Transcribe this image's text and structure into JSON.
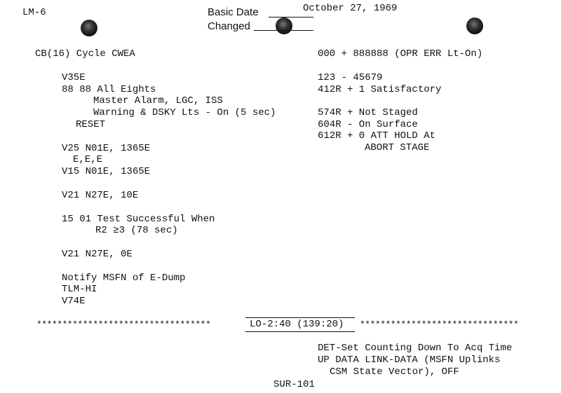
{
  "header": {
    "doc_id": "LM-6",
    "basic_date_label": "Basic Date",
    "basic_date_value": "October 27, 1969",
    "changed_label": "Changed"
  },
  "left_column": [
    "CB(16) Cycle CWEA",
    "V35E",
    "88 88 All Eights",
    "Master Alarm, LGC, ISS",
    "Warning & DSKY Lts - On (5 sec)",
    "RESET",
    "V25 N01E, 1365E",
    "E,E,E",
    "V15 N01E, 1365E",
    "V21 N27E, 10E",
    "15 01 Test Successful When",
    "R2 ≥3 (78 sec)",
    "V21 N27E, 0E",
    "Notify MSFN of E-Dump",
    "TLM-HI",
    "V74E"
  ],
  "right_column": [
    "000 + 888888 (OPR ERR Lt-On)",
    "123 - 45679",
    "412R + 1 Satisfactory",
    "574R + Not Staged",
    "604R - On Surface",
    "612R + 0 ATT HOLD At",
    "ABORT STAGE"
  ],
  "divider": {
    "left_stars": "**********************************",
    "label": "LO-2:40 (139:20)",
    "right_stars": "*******************************"
  },
  "bottom_right": [
    "DET-Set Counting Down To Acq Time",
    "UP DATA LINK-DATA (MSFN Uplinks",
    "CSM State Vector), OFF"
  ],
  "footer": {
    "page_id": "SUR-101"
  }
}
